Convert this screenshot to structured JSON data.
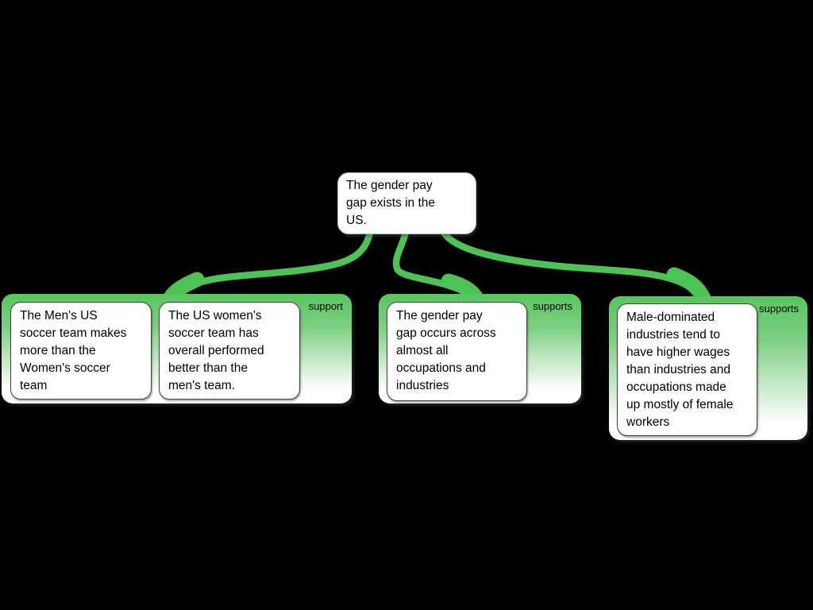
{
  "map": {
    "claim": {
      "text": "The gender pay\ngap exists in the\nUS."
    },
    "groups": [
      {
        "label": "support",
        "boxes": [
          {
            "text": "The Men's US\nsoccer team makes\nmore than the\nWomen's soccer\nteam"
          },
          {
            "text": "The US women's\nsoccer team has\noverall performed\nbetter than the\nmen's team."
          }
        ]
      },
      {
        "label": "supports",
        "boxes": [
          {
            "text": "The gender pay\ngap occurs across\nalmost all\noccupations and\nindustries"
          }
        ]
      },
      {
        "label": "supports",
        "boxes": [
          {
            "text": "Male-dominated\nindustries tend to\nhave higher wages\nthan industries and\noccupations made\nup mostly of female\nworkers"
          }
        ]
      }
    ],
    "colors": {
      "background": "#000000",
      "edge_green": "#4ec355",
      "group_gradient_top": "#58c55f",
      "node_background": "#ffffff",
      "node_border": "#424242",
      "text": "#000000"
    }
  }
}
